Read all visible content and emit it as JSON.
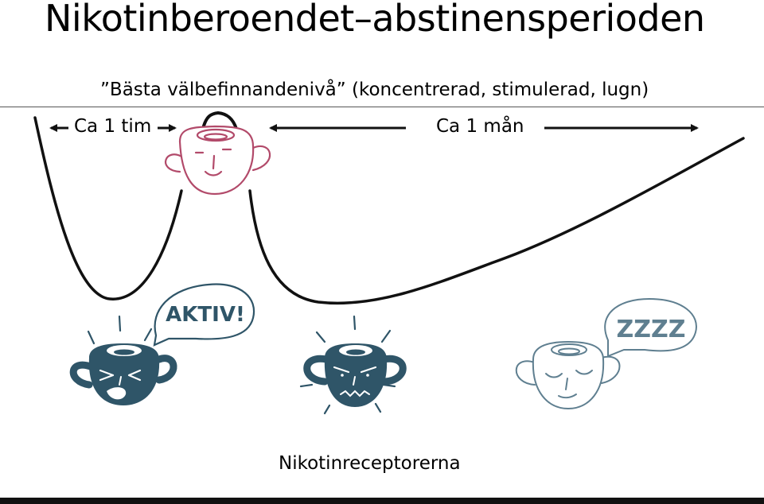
{
  "title": "Nikotinberoendet–abstinensperioden",
  "subtitle": "”Bästa välbefinnandenivå” (koncentrerad, stimulerad, lugn)",
  "durations": {
    "short": "Ca 1 tim",
    "long": "Ca 1 mån"
  },
  "bubbles": {
    "active": "AKTIV!",
    "sleep": "ZZZZ"
  },
  "caption": "Nikotinreceptorerna",
  "colors": {
    "curve": "#111111",
    "wellbeing_head": "#b24a6a",
    "dark_head": "#2f5568",
    "light_head": "#5f7f90"
  }
}
